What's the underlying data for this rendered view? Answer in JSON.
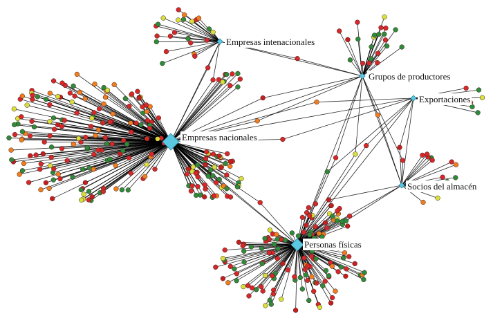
{
  "colors": {
    "background": "#ffffff",
    "edge": "#000000",
    "hub": "#5ac8e0",
    "hub_stroke": "#2a8aa8",
    "leaf_palette": [
      "#d62828",
      "#2e8b3a",
      "#f07d1e",
      "#d8e03a",
      "#c41e1e"
    ]
  },
  "hubs": [
    {
      "id": "empresas_nacionales",
      "label": "Empresas nacionales",
      "size": "large"
    },
    {
      "id": "personas_fisicas",
      "label": "Personas físicas",
      "size": "medium"
    },
    {
      "id": "empresas_internacionales",
      "label": "Empresas intenacionales",
      "size": "small"
    },
    {
      "id": "grupos_productores",
      "label": "Grupos de productores",
      "size": "small"
    },
    {
      "id": "exportaciones",
      "label": "Exportaciones",
      "size": "small"
    },
    {
      "id": "socios_almacen",
      "label": "Socios del almacén",
      "size": "small"
    }
  ],
  "clusters": {
    "empresas_nacionales": 230,
    "personas_fisicas": 140,
    "empresas_internacionales": 24,
    "grupos_productores": 22,
    "exportaciones": 6,
    "socios_almacen": 14
  },
  "bridges": 18
}
